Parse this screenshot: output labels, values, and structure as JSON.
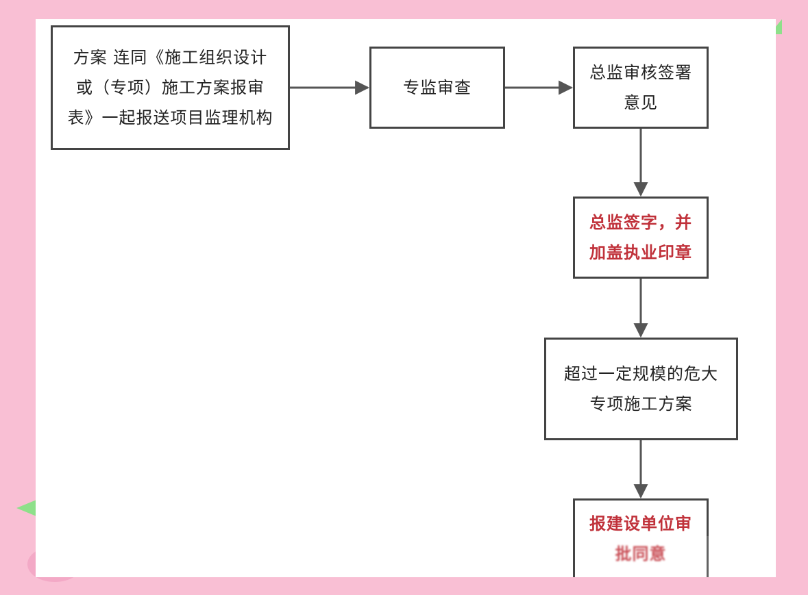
{
  "flowchart": {
    "nodes": [
      {
        "id": "n1",
        "lines": [
          "方案 连同《施工组织设计",
          "或（专项）施工方案报审",
          "表》一起报送项目监理机构"
        ],
        "color": "#222222"
      },
      {
        "id": "n2",
        "lines": [
          "专监审查"
        ],
        "color": "#222222"
      },
      {
        "id": "n3",
        "lines": [
          "总监审核签署",
          "意见"
        ],
        "color": "#222222"
      },
      {
        "id": "n4",
        "lines": [
          "总监签字，并",
          "加盖执业印章"
        ],
        "color": "#c0313a"
      },
      {
        "id": "n5",
        "lines": [
          "超过一定规模的危大",
          "专项施工方案"
        ],
        "color": "#222222"
      },
      {
        "id": "n6",
        "lines": [
          "报建设单位审",
          "批同意"
        ],
        "color": "#c0313a"
      }
    ],
    "edges": [
      {
        "from": "n1",
        "to": "n2"
      },
      {
        "from": "n2",
        "to": "n3"
      },
      {
        "from": "n3",
        "to": "n4"
      },
      {
        "from": "n4",
        "to": "n5"
      },
      {
        "from": "n5",
        "to": "n6"
      }
    ]
  },
  "colors": {
    "background": "#f9bfd4",
    "canvas": "#ffffff",
    "box_border": "#444444",
    "arrow": "#555555",
    "highlight_text": "#c0313a"
  }
}
